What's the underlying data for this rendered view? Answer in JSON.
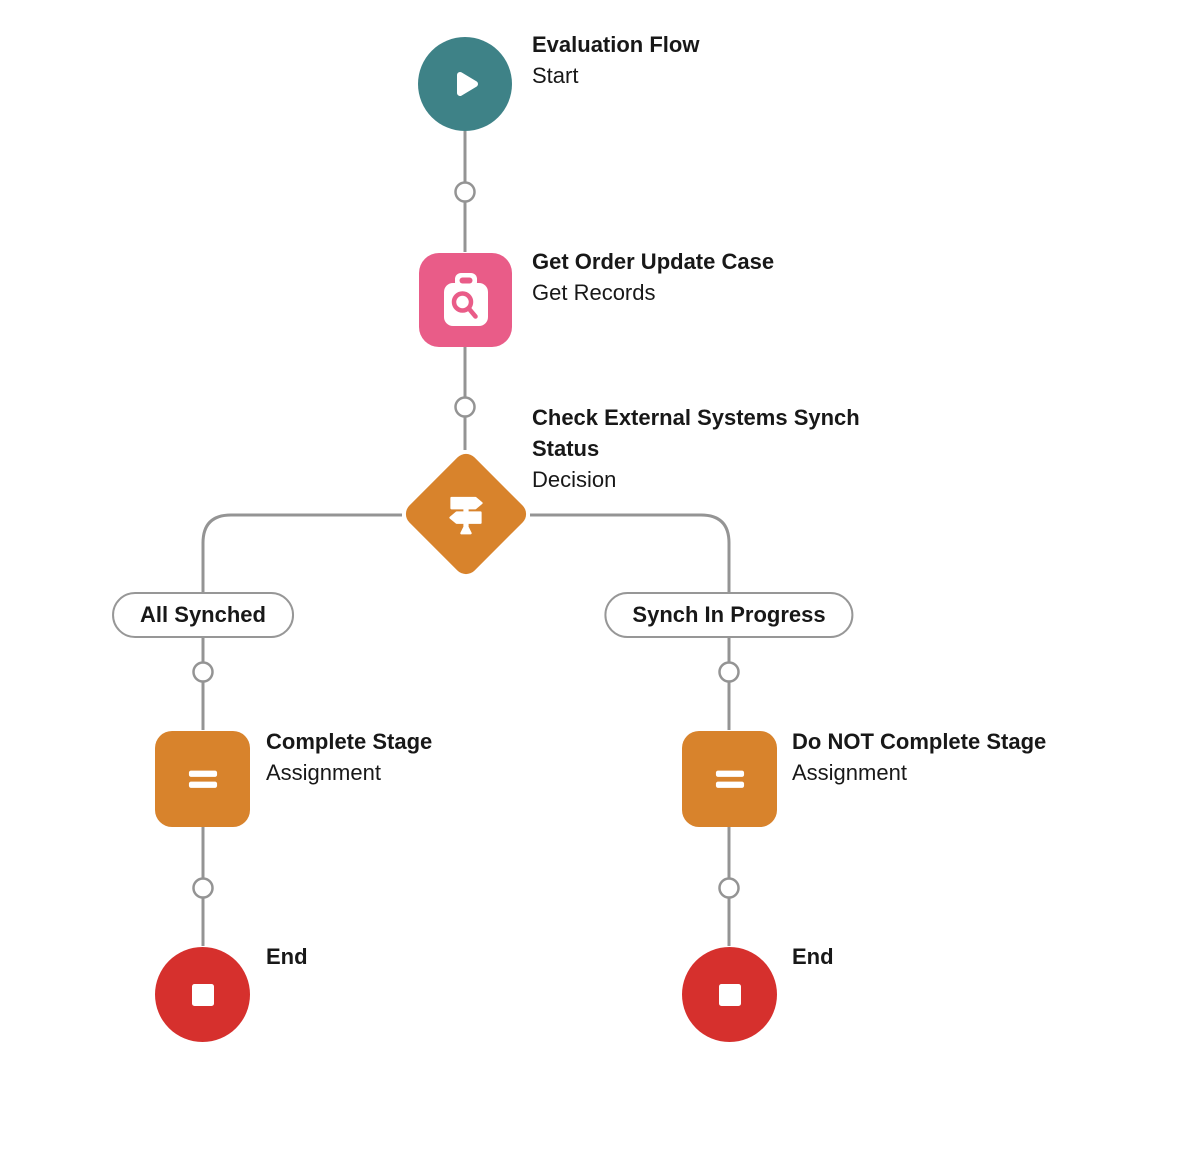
{
  "colors": {
    "start_teal": "#3E8287",
    "get_records_pink": "#E95C88",
    "decision_orange": "#D8832C",
    "assignment_orange": "#D8832C",
    "end_red": "#D6302D",
    "connector_gray": "#949494",
    "text_dark": "#181818",
    "pill_border": "#979797"
  },
  "nodes": {
    "start": {
      "title": "Evaluation Flow",
      "subtitle": "Start",
      "icon": "play-icon"
    },
    "get_records": {
      "title": "Get Order Update Case",
      "subtitle": "Get Records",
      "icon": "clipboard-search-icon"
    },
    "decision": {
      "title": "Check External Systems Synch Status",
      "subtitle": "Decision",
      "icon": "signpost-icon"
    },
    "assignment_left": {
      "title": "Complete Stage",
      "subtitle": "Assignment",
      "icon": "equals-icon"
    },
    "assignment_right": {
      "title": "Do NOT Complete Stage",
      "subtitle": "Assignment",
      "icon": "equals-icon"
    },
    "end_left": {
      "title": "End",
      "icon": "stop-square-icon"
    },
    "end_right": {
      "title": "End",
      "icon": "stop-square-icon"
    }
  },
  "branches": {
    "left": {
      "label": "All Synched"
    },
    "right": {
      "label": "Synch In Progress"
    }
  }
}
